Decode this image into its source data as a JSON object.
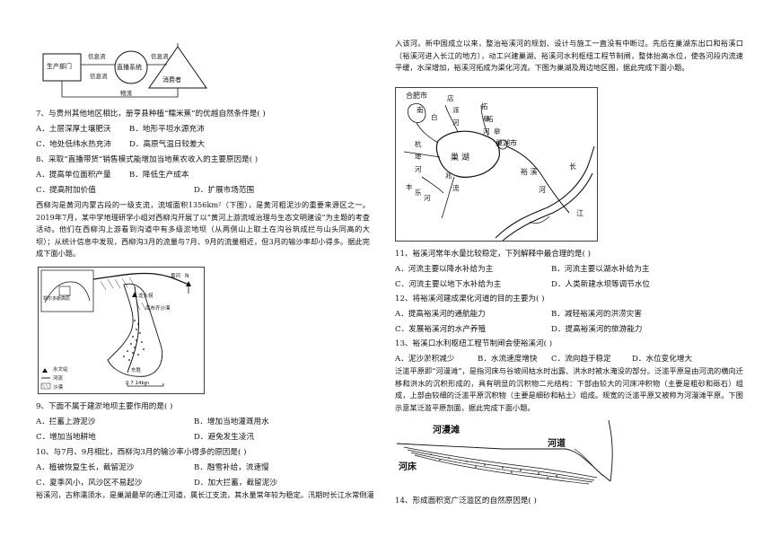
{
  "flow": {
    "producer": "生产部门",
    "system": "直播系统",
    "consumer": "消费者",
    "info_flow_1": "信息流",
    "info_flow_2": "信息流",
    "info_flow_3": "信息流",
    "goods_flow": "物流"
  },
  "q7": {
    "stem": "7、与贵州其他地区相比，册亨县种植“糯米蕉”的优越自然条件是(      )",
    "a": "A．土层深厚土壤肥沃",
    "b": "B．地形平坦水源充沛",
    "c": "C．地处低纬水热充沛",
    "d": "D．高原气温日较差大"
  },
  "q8": {
    "stem": "8、采取“直播带货”销售模式能增加当地蕉农收入的主要原因是(      )",
    "a": "A．提高单位面积产量",
    "b": "B．降低生产成本",
    "c": "C．提高附加价值",
    "d": "D．扩展市场范围"
  },
  "passage1": "西柳沟是黄河内蒙古段的一级支流，流域面积1356km²（下图），是黄河粗泥沙的重要来源区之一。2019年7月，某中学地理研学小组对西柳沟开展了以“黄河上游流域治理与生态文明建设”为主题的考查活动。他们在西柳沟上游看到沟道中有多级淤地坝（从两侧山上取土在沟谷筑成拦与山头同高的大坝）；从统计信息中发现，西柳沟3月的流量与7月、9月的流量相近，但3月的输沙率却小得多。据此完成下面小题。",
  "map1": {
    "inset_label": "鄂尔多斯高原",
    "river_label": "黄河",
    "hydro_station": "龙头拐",
    "dunes": "库布齐沙漠",
    "city": "东胜",
    "north": "N",
    "legend_station": "水文站",
    "legend_river": "河流",
    "legend_desert": "沙漠",
    "scale": "0    7    14km"
  },
  "q9": {
    "stem": "9、下面不属于建淤地坝主要作用的是(      )",
    "a": "A．拦蓄上游泥沙",
    "b": "B．增加当地灌溉用水",
    "c": "C．增加当地耕地",
    "d": "D．避免发生凌汛"
  },
  "q10": {
    "stem": "10、与7月、9月相比，西柳沟3月的输沙率小得多的原因是(      )",
    "a": "A．植被恢复生长，截留泥沙",
    "b": "B．融雪补给，流速慢",
    "c": "C．夏季风小，风沙区不易起沙",
    "d": "D．加大拦蓄，截留泥沙"
  },
  "passage2_left": "裕溪河，古称濡须水，是巢湖最早的通江河道，属长江支流，其水量常年较为稳定。汛期时长江水常倒灌",
  "passage2_right": "入该河。新中国成立以来，整治裕溪河的规划、设计与施工一直没有中断过。先后在巢湖东出口和裕溪口（裕溪河进入长江的地方），动工兴建巢湖、裕溪河水利枢纽工程节制闸，整体抬高水位，使各河段内流速平缓，水深增加，裕溪河拓成为渠化河流。下图为巢湖及周边地区图，据此完成下面小题。",
  "map2": {
    "hefei": "合肥市",
    "chaohu_city": "巢湖市",
    "lake": "巢   湖",
    "yuxi": "裕   溪",
    "river": "河",
    "jiang": "江",
    "chang": "长",
    "labels": [
      "店",
      "拓",
      "皋",
      "河",
      "南",
      "兆",
      "白",
      "派",
      "河",
      "杭",
      "埠",
      "河",
      "丰",
      "乐",
      "河",
      "流",
      "柘",
      "皋"
    ]
  },
  "q11": {
    "stem": "11、裕溪河常年水量比较稳定，下列解释中最合理的是(      )",
    "a": "A．河流主要以降水补给为主",
    "b": "B．河流主要以湖水补给为主",
    "c": "C．河流主要以地下水补给为主",
    "d": "D．人类新建水坝等调节水位"
  },
  "q12": {
    "stem": "12、将裕溪河建成渠化河道的目的主要为(      )",
    "a": "A．提高裕溪河的通航能力",
    "b": "B．减轻裕溪河的洪涝灾害",
    "c": "C．发展裕溪河的水产养殖",
    "d": "D．提高裕溪河的旅游能力"
  },
  "q13": {
    "stem": "13、裕溪口水利枢纽工程节制闸会使裕溪河(      )",
    "a": "A．泥沙淤积减少",
    "b": "B．水流速度增快",
    "c": "C．流向趋于稳定",
    "d": "D．水位变化增大"
  },
  "passage3": "泛滥平原即“河漫滩”，是指河床与谷坡间枯水时出露、洪水时被水淹没的部分。泛滥平原是由河流的横向迁移和洪水的沉积形成的，具有明显的沉积物二元结构：下部由较大的河床冲积物（主要是粗砂和砾石）组成，上部由较细的泛滥平原沉积物（主要是细砂和粘土）组成。规宽的泛滥平原又被称为河漫滩平原。下图示意某泛滥平原剖面，据此完成下面小题。",
  "profile": {
    "floodplain": "河漫滩",
    "channel": "河道",
    "bed": "河床"
  },
  "q14": {
    "stem": "14、形成面积宽广泛滥区的自然原因是(      )"
  }
}
